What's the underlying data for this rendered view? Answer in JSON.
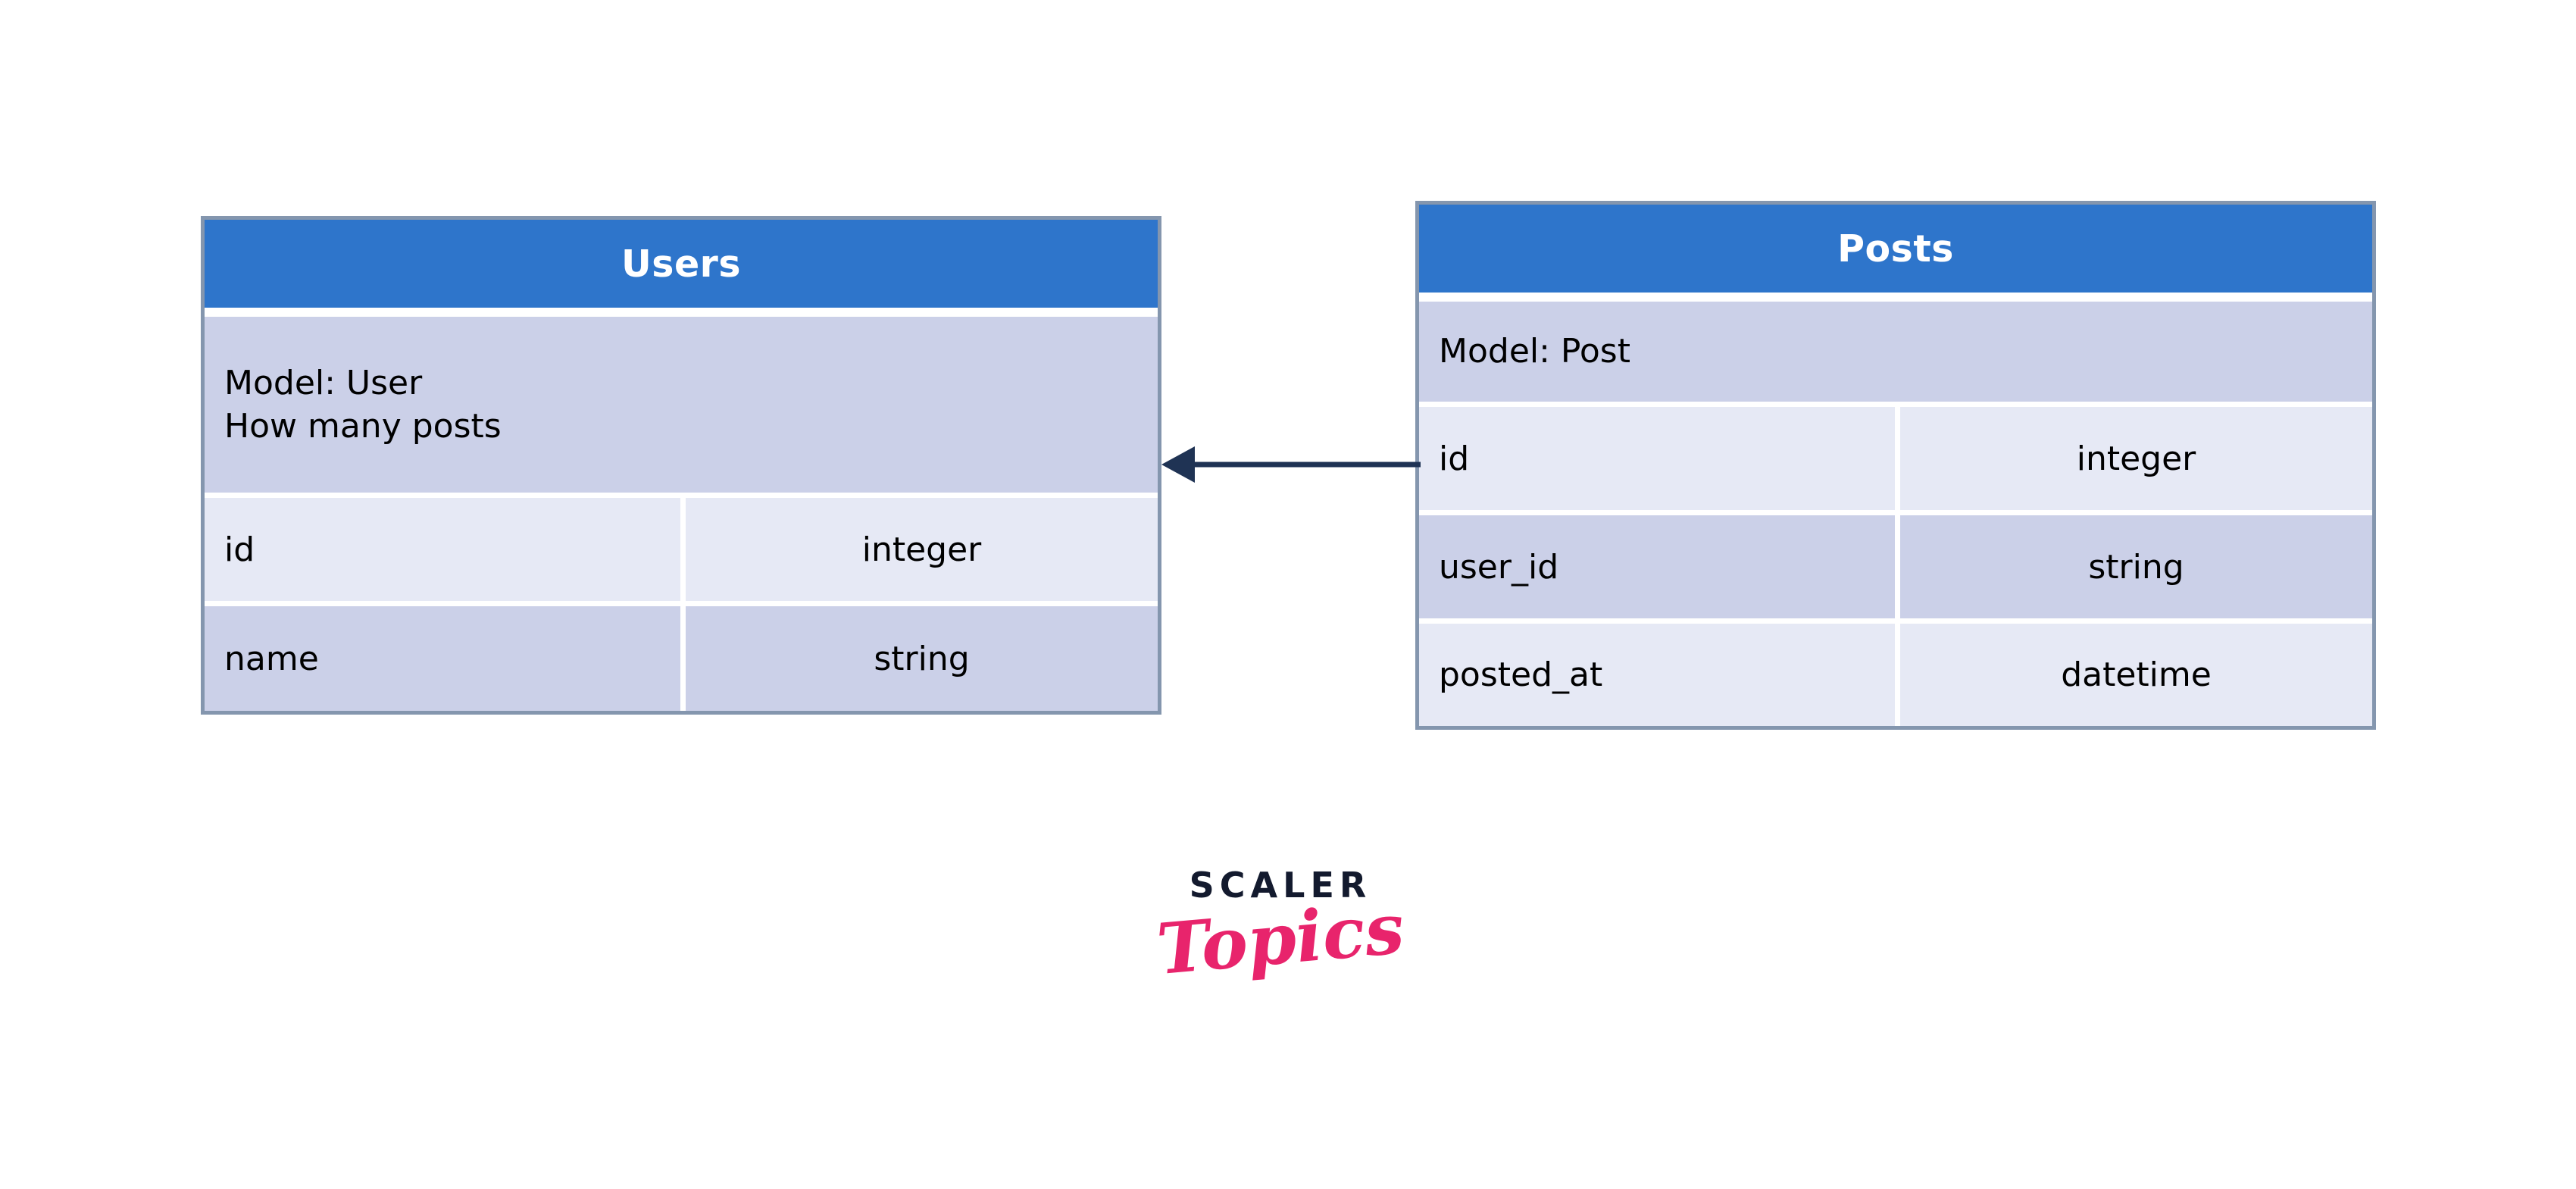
{
  "diagram": {
    "type": "entity-relationship-diagram",
    "title": "",
    "background_color": "#FFFFFF",
    "entities": [
      {
        "id": "users",
        "name": "Users",
        "model_lines": [
          "Model: User",
          "How many posts"
        ],
        "columns": [
          {
            "name": "id",
            "type": "integer"
          },
          {
            "name": "name",
            "type": "string"
          }
        ]
      },
      {
        "id": "posts",
        "name": "Posts",
        "model_lines": [
          "Model: Post"
        ],
        "columns": [
          {
            "name": "id",
            "type": "integer"
          },
          {
            "name": "user_id",
            "type": "string"
          },
          {
            "name": "posted_at",
            "type": "datetime"
          }
        ]
      }
    ],
    "relationship": {
      "from": "posts",
      "to": "users",
      "direction": "left",
      "label": "",
      "color": "#1F3354"
    },
    "colors": {
      "header_fill": "#2E75CB",
      "header_text": "#FFFFFF",
      "border": "#8496AE",
      "row_dark": "#CBD0E8",
      "row_light": "#E6E9F5",
      "body_text": "#000000",
      "arrow": "#1F3354"
    }
  },
  "watermark": {
    "brand": "SCALER",
    "product": "Topics",
    "brand_color": "#131A2E",
    "product_color": "#E8246C"
  }
}
